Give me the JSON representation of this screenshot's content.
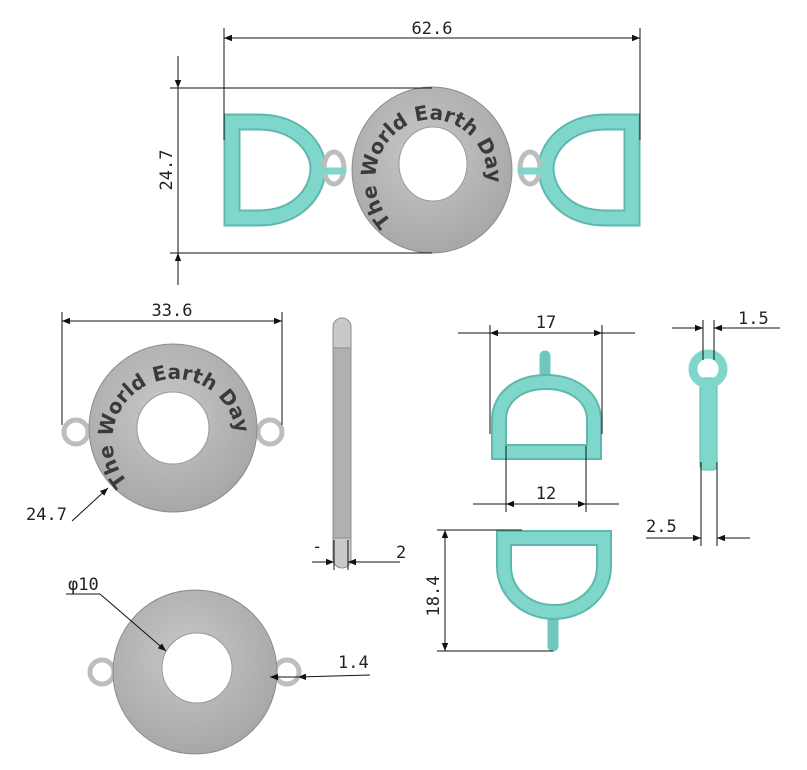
{
  "engraving": "The World Earth Day",
  "dimensions": {
    "assembly_width": "62.6",
    "assembly_height": "24.7",
    "disc_width": "33.6",
    "disc_diameter": "24.7",
    "disc_thickness": "2",
    "thickness_tick": "-",
    "d_ring_outer_width": "17",
    "d_ring_inner_width": "12",
    "d_ring_height": "18.4",
    "d_ring_wire": "1.5",
    "d_ring_side_width": "2.5",
    "hole_diameter": "φ10",
    "ear_wire": "1.4"
  },
  "colors": {
    "teal": "#7fd6cb",
    "gray": "#b9b9b9"
  }
}
